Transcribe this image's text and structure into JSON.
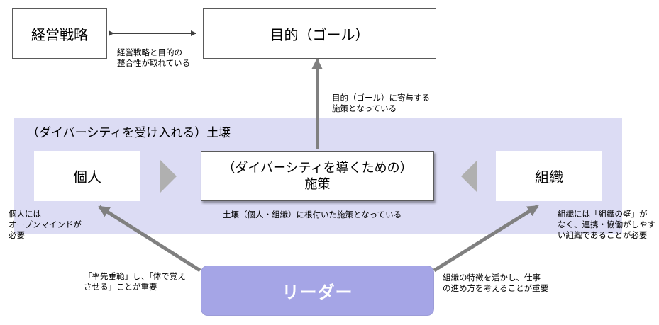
{
  "nodes": {
    "strategy": "経営戦略",
    "goal": "目的（ゴール）",
    "soil_title": "（ダイバーシティを受け入れる）土壌",
    "individual": "個人",
    "measures_line1": "（ダイバーシティを導くための）",
    "measures_line2": "施策",
    "organization": "組織",
    "leader": "リーダー"
  },
  "notes": {
    "strategy_goal": "経営戦略と目的の\n整合性が取れている",
    "measures_goal": "目的（ゴール）に寄与する\n施策となっている",
    "measures_soil": "土壌（個人・組織）に根付いた施策となっている",
    "individual": "個人には\nオープンマインドが\n必要",
    "organization": "組織には「組織の壁」が\nなく、連携・協働がしやす\nい組織であることが必要",
    "leader_individual": "「率先垂範」し、「体で覚え\nさせる」ことが重要",
    "leader_organization": "組織の特徴を活かし、仕事\nの進め方を考えることが重要"
  },
  "colors": {
    "soil": "#dcdcf4",
    "leader_fill": "#a5a5e6",
    "arrow_gray": "#808080",
    "chevron": "#b0b0b0"
  }
}
